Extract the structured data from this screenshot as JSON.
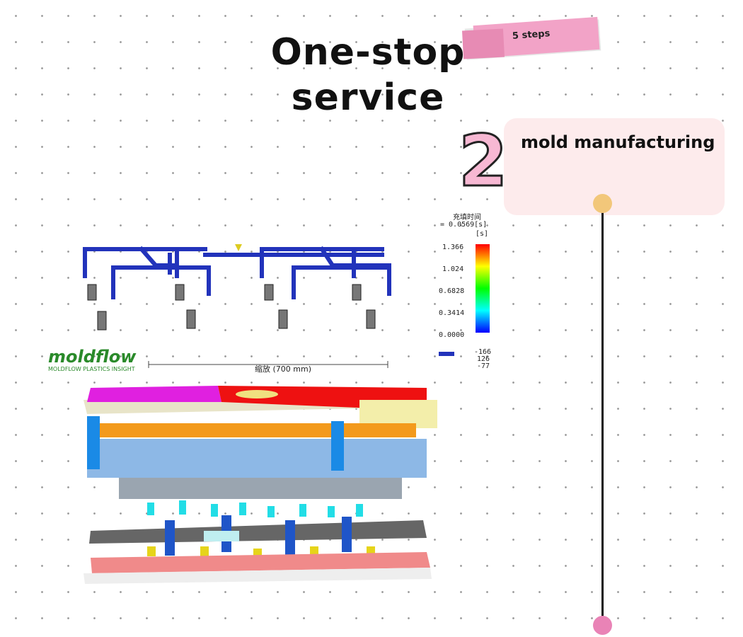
{
  "header": {
    "title_line1": "One-stop",
    "title_line2": "service",
    "tape_label": "5 steps"
  },
  "step": {
    "number": "2",
    "title": "mold manufacturing"
  },
  "simulation": {
    "legend_title": "充填时间",
    "legend_value": "= 0.0569[s]",
    "legend_unit": "[s]",
    "legend_ticks": [
      "1.366",
      "1.024",
      "0.6828",
      "0.3414",
      "0.0000"
    ],
    "coords": [
      "-166",
      "126",
      "-77"
    ],
    "logo_text": "moldflow",
    "logo_subtitle": "MOLDFLOW PLASTICS INSIGHT",
    "scale_label": "缩放 (700 mm)"
  },
  "colors": {
    "card_bg": "#fdebec",
    "tape_pink": "#f2a3c7",
    "number_fill": "#f7b8d3",
    "dot_top": "#f2c77a",
    "dot_bottom": "#e983b6",
    "runner_blue": "#2233bb",
    "logo_green": "#2a8a2a"
  }
}
